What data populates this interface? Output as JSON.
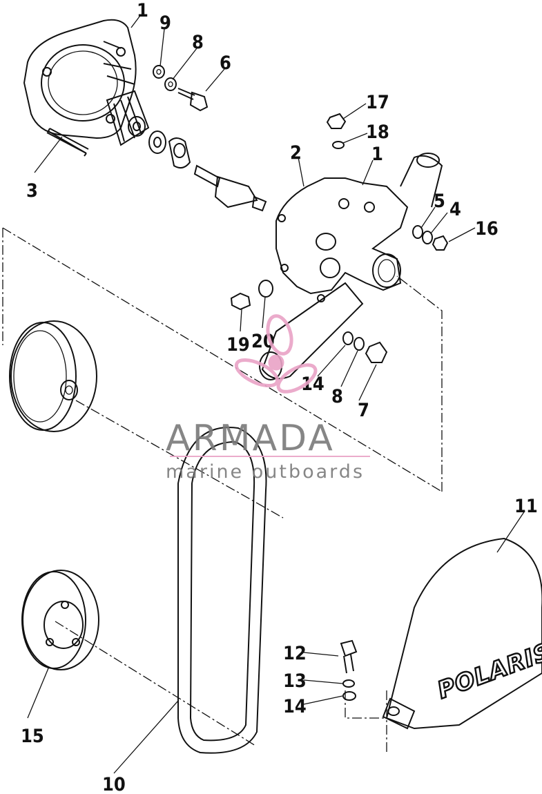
{
  "callouts": {
    "c1a": "1",
    "c9": "9",
    "c8a": "8",
    "c6": "6",
    "c3": "3",
    "c17": "17",
    "c18": "18",
    "c2": "2",
    "c1b": "1",
    "c5": "5",
    "c4": "4",
    "c16": "16",
    "c19": "19",
    "c20": "20",
    "c14a": "14",
    "c8b": "8",
    "c7": "7",
    "c11": "11",
    "c12": "12",
    "c13": "13",
    "c14b": "14",
    "c15": "15",
    "c10": "10"
  },
  "watermark": {
    "brand": "ARMADA",
    "subtitle": "marine outboards"
  },
  "belt_guard_logo": "POLARIS",
  "colors": {
    "ink": "#111111",
    "watermark_text": "#7a7a7a",
    "watermark_accent": "#e9a3c6"
  }
}
